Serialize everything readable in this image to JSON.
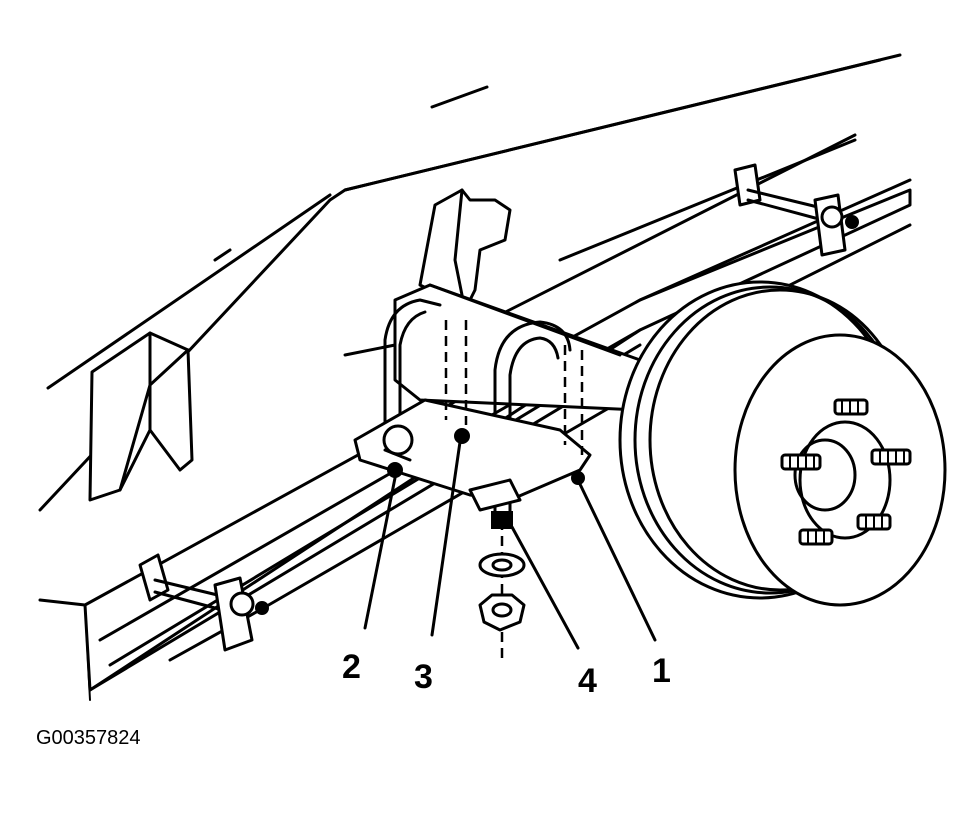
{
  "figure": {
    "code": "G00357824",
    "callouts": [
      {
        "label": "1"
      },
      {
        "label": "2"
      },
      {
        "label": "3"
      },
      {
        "label": "4"
      }
    ],
    "colors": {
      "line": "#000000",
      "background": "#ffffff"
    }
  }
}
